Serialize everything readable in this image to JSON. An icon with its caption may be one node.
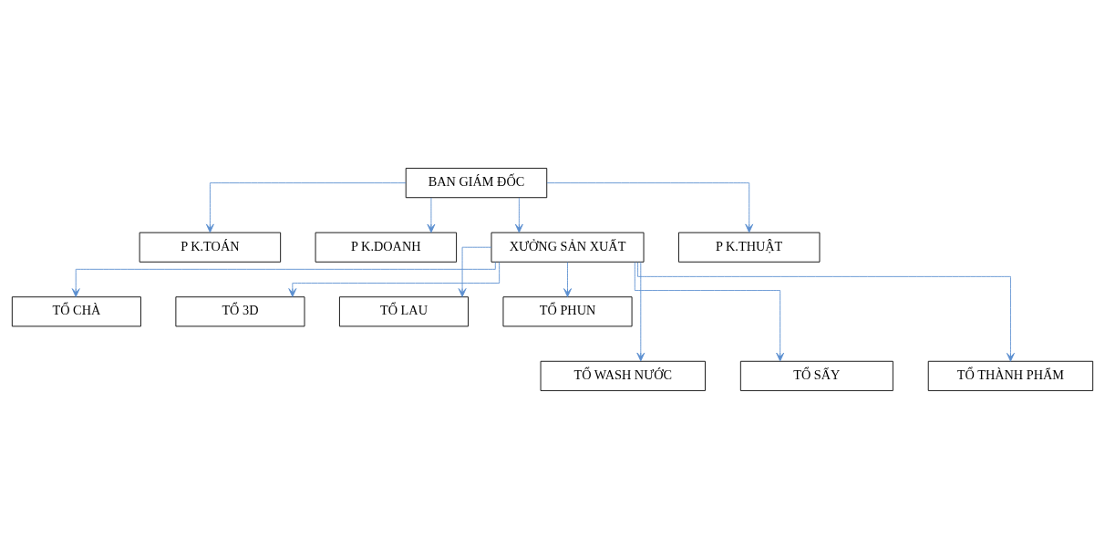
{
  "diagram": {
    "nodes": [
      {
        "text": [
          "BAN GIÁM ĐỐC"
        ]
      },
      {
        "text": [
          "P K.TOÁN"
        ]
      },
      {
        "text": [
          "P K.DOANH"
        ]
      },
      {
        "text": [
          "XƯỞNG SẢN XUẤT"
        ]
      },
      {
        "text": [
          "P K.THUẬT"
        ]
      },
      {
        "text": [
          "TỔ CHÀ"
        ]
      },
      {
        "text": [
          "TỔ 3D"
        ]
      },
      {
        "text": [
          "TỔ LAU"
        ]
      },
      {
        "text": [
          "TỔ PHUN"
        ]
      },
      {
        "text": [
          "TỔ WASH NƯỚC"
        ]
      },
      {
        "text": [
          "TỔ SẤY"
        ]
      },
      {
        "text": [
          "TỔ THÀNH PHẨM"
        ]
      }
    ],
    "edges": [
      {
        "from": 0,
        "to": 1,
        "arrow": "to"
      },
      {
        "from": 0,
        "to": 2,
        "arrow": "to"
      },
      {
        "from": 0,
        "to": 3,
        "arrow": "to"
      },
      {
        "from": 0,
        "to": 4,
        "arrow": "to"
      },
      {
        "from": 3,
        "to": 5,
        "arrow": "to"
      },
      {
        "from": 3,
        "to": 6,
        "arrow": "to"
      },
      {
        "from": 3,
        "to": 7,
        "arrow": "to"
      },
      {
        "from": 3,
        "to": 8,
        "arrow": "to"
      },
      {
        "from": 3,
        "to": 9,
        "arrow": "to"
      },
      {
        "from": 3,
        "to": 10,
        "arrow": "to"
      },
      {
        "from": 3,
        "to": 11,
        "arrow": "to"
      }
    ]
  }
}
